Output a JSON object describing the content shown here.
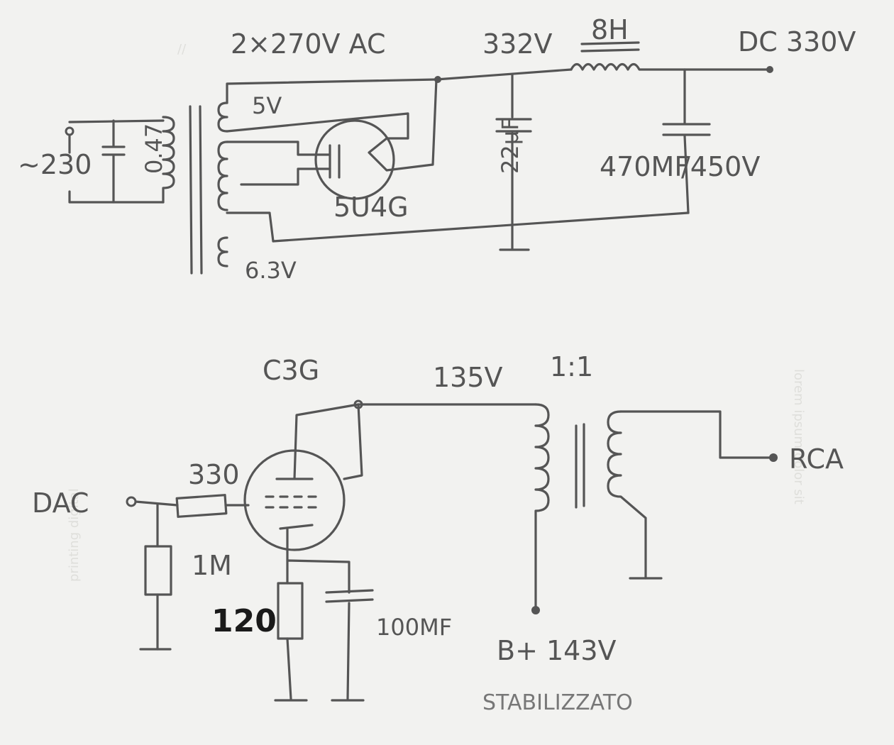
{
  "power_supply": {
    "mains": "~230",
    "primary_cap": "0.47",
    "secondary_voltage": "2×270V AC",
    "winding_5v": "5V",
    "winding_6v3": "6.3V",
    "rectifier": "5U4G",
    "rectified_voltage": "332V",
    "filter_cap": "22µF",
    "choke": "8H",
    "output": "DC 330V",
    "reservoir_cap": "470MF",
    "reservoir_cap_voltage": "/450V"
  },
  "amplifier": {
    "tube": "C3G",
    "anode_voltage": "135V",
    "transformer_ratio": "1:1",
    "input": "DAC",
    "grid_resistor": "330",
    "grid_leak": "1M",
    "cathode_resistor": "120",
    "cathode_cap": "100MF",
    "output": "RCA",
    "supply": "B+ 143V",
    "supply_note": "STABILIZZATO"
  }
}
